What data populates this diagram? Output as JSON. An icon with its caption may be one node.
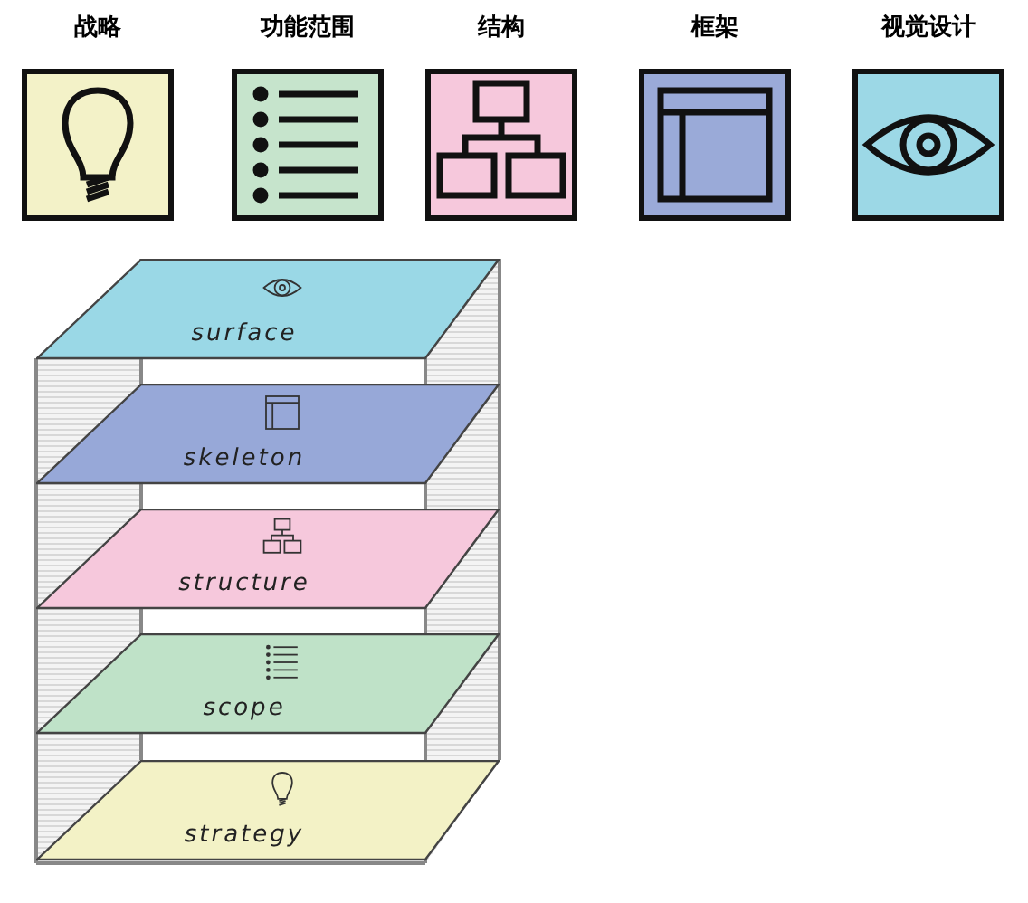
{
  "diagram": {
    "nodes": [
      {
        "text": [
          "战略"
        ]
      },
      {
        "text": [
          "功能范围"
        ]
      },
      {
        "text": [
          "结构"
        ]
      },
      {
        "text": [
          "框架"
        ]
      },
      {
        "text": [
          "视觉设计"
        ]
      },
      {
        "text": [
          "surface"
        ]
      },
      {
        "text": [
          "skeleton"
        ]
      },
      {
        "text": [
          "structure"
        ]
      },
      {
        "text": [
          "scope"
        ]
      },
      {
        "text": [
          "strategy"
        ]
      }
    ]
  }
}
